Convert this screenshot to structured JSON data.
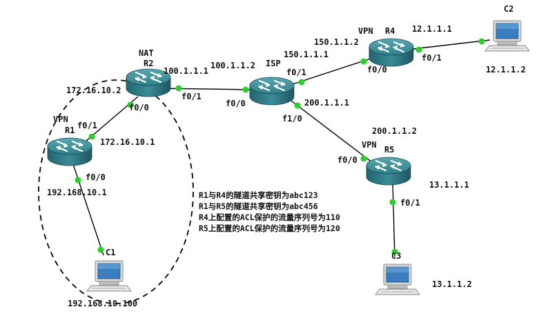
{
  "routers": {
    "r1": {
      "name": "R1",
      "tag": "VPN"
    },
    "r2": {
      "name": "R2",
      "tag": "NAT"
    },
    "isp": {
      "name": "ISP"
    },
    "r4": {
      "name": "R4",
      "tag": "VPN"
    },
    "r5": {
      "name": "R5",
      "tag": "VPN"
    }
  },
  "hosts": {
    "c1": {
      "name": "C1",
      "ip": "192.168.10.100"
    },
    "c2": {
      "name": "C2",
      "ip": "12.1.1.2"
    },
    "c3": {
      "name": "C3",
      "ip": "13.1.1.2"
    }
  },
  "interfaces": {
    "r1_f01": "f0/1",
    "r1_f00": "f0/0",
    "r2_f00": "f0/0",
    "r2_f01": "f0/1",
    "isp_f00": "f0/0",
    "isp_f01": "f0/1",
    "isp_f10": "f1/0",
    "r4_f00": "f0/0",
    "r4_f01": "f0/1",
    "r5_f00": "f0/0",
    "r5_f01": "f0/1"
  },
  "ips": {
    "r2_inside": "172.16.10.2",
    "r2_outside": "100.1.1.1",
    "r1_outside": "172.16.10.1",
    "r1_inside": "192.168.10.1",
    "isp_to_r2": "100.1.1.2",
    "isp_to_r4": "150.1.1.1",
    "r4_outside": "150.1.1.2",
    "r4_inside": "12.1.1.1",
    "isp_to_r5": "200.1.1.1",
    "r5_outside": "200.1.1.2",
    "r5_inside": "13.1.1.1"
  },
  "notes": [
    "R1与R4的隧道共享密钥为abc123",
    "R1与R5的隧道共享密钥为abc456",
    "R4上配置的ACL保护的流量序列号为110",
    "R5上配置的ACL保护的流量序列号为120"
  ],
  "colors": {
    "router_top": "#3c8d96",
    "router_body": "#2f7480",
    "router_dark": "#1f5660",
    "port_dot": "#27d327",
    "host_screen": "#3a7ebf"
  }
}
